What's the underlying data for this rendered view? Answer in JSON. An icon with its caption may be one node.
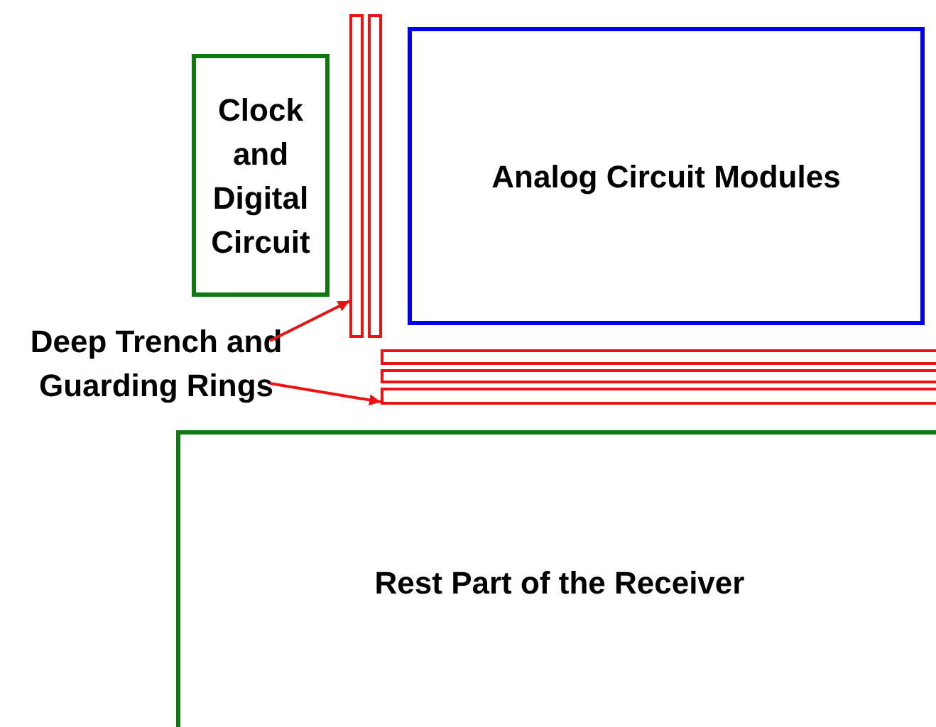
{
  "diagram": {
    "nodes": [
      {
        "text": [
          "Clock and Digital Circuit"
        ]
      },
      {
        "text": [
          "Analog Circuit Modules"
        ]
      },
      {
        "text": [],
        "shape": "bar"
      },
      {
        "text": [],
        "shape": "bar"
      },
      {
        "text": [],
        "shape": "bar"
      },
      {
        "text": [],
        "shape": "bar"
      },
      {
        "text": [],
        "shape": "bar"
      },
      {
        "text": [
          "Deep Trench and Guarding Rings"
        ]
      },
      {
        "text": [
          "Rest Part of the Receiver"
        ]
      }
    ],
    "edges": [
      {
        "from": 7,
        "to": 2,
        "arrow": "to"
      },
      {
        "from": 7,
        "to": 6,
        "arrow": "to"
      }
    ]
  }
}
